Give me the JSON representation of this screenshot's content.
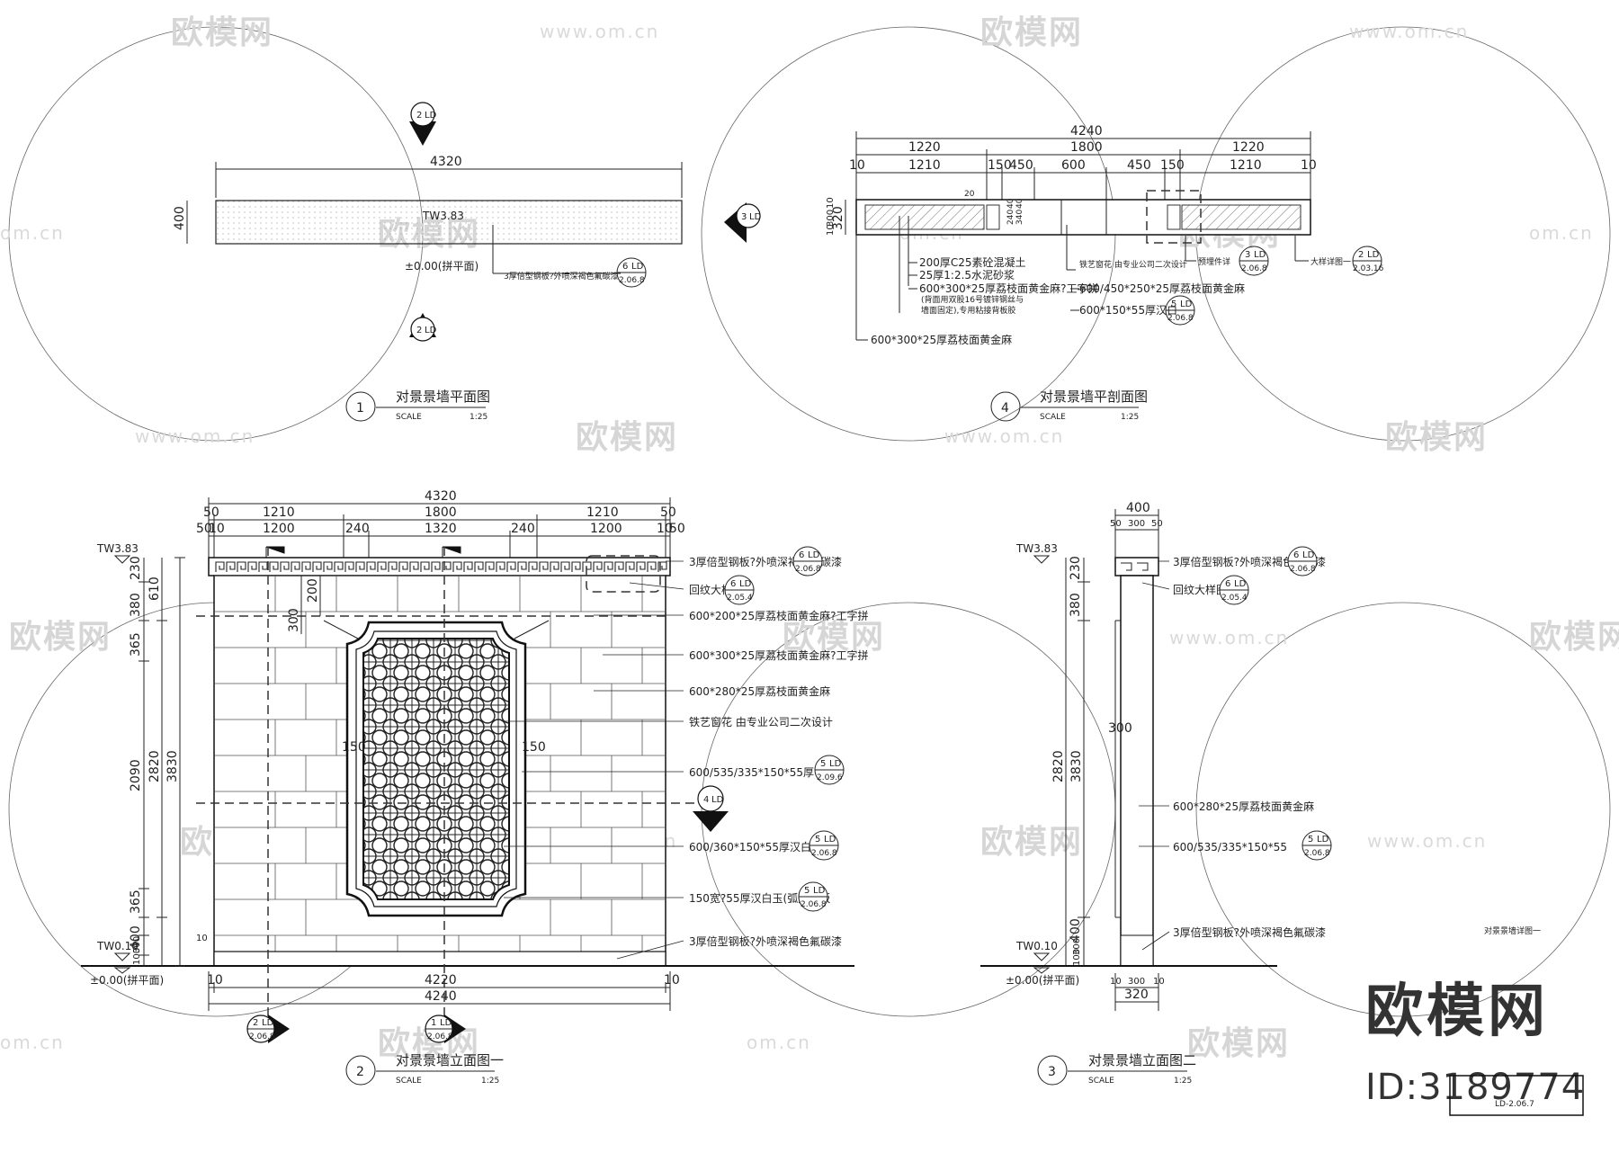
{
  "watermark": {
    "brand_text": "欧模网",
    "url_text": "www.om.cn",
    "url_short": "om.cn",
    "id_text": "ID:3189774"
  },
  "sheet": {
    "number": "LD-2.06.7"
  },
  "scale": {
    "word": "SCALE",
    "value": "1:25"
  },
  "views": {
    "v1": {
      "num": "1",
      "title": "对景景墙平面图",
      "dim_total": "4320",
      "dim_height": "400",
      "level": "TW3.83",
      "zero": "±0.00(拼平面)",
      "note": "3厚倍型钢板?外喷深褐色氟碳漆",
      "callout_note": {
        "a": "6",
        "b": "LD",
        "c": "2.06.8"
      },
      "section_top": {
        "a": "2",
        "b": "LD"
      },
      "section_bottom": {
        "a": "2",
        "b": "LD"
      },
      "section_right": {
        "a": "3",
        "b": "LD"
      }
    },
    "v4": {
      "num": "4",
      "title": "对景景墙平剖面图",
      "dim_total": "4240",
      "dims_row2": [
        "1220",
        "1800",
        "1220"
      ],
      "dims_row3": [
        "10",
        "1210",
        "150",
        "450",
        "600",
        "450",
        "150",
        "1210",
        "10"
      ],
      "dims_left": [
        "320",
        "10",
        "300",
        "10"
      ],
      "dims_inner": [
        "20",
        "40",
        "240",
        "40",
        "340"
      ],
      "notes": [
        "200厚C25素砼混凝土",
        "25厚1:2.5水泥砂浆",
        "600*300*25厚荔枝面黄金麻?工字拼",
        "(背面用双股16号镀锌钢丝与",
        "墙面固定),专用粘接背板胶",
        "600*300*25厚荔枝面黄金麻"
      ],
      "note_iron": "铁艺窗花 由专业公司二次设计",
      "note_a": "600/450*250*25厚荔枝面黄金麻",
      "note_b": "600*150*55厚汉白",
      "note_embed": "预埋件详",
      "note_big": "大样详图一",
      "callout_b": {
        "a": "5",
        "b": "LD",
        "c": "2.06.8"
      },
      "callout_embed": {
        "a": "3",
        "b": "LD",
        "c": "2.06.8"
      },
      "callout_big": {
        "a": "2",
        "b": "LD",
        "c": "2.03.16"
      }
    },
    "v2": {
      "num": "2",
      "title": "对景景墙立面图一",
      "dim_top_total": "4320",
      "dims_top_row2": [
        "50",
        "1210",
        "1800",
        "1210",
        "50"
      ],
      "dims_top_row3": [
        "50",
        "10",
        "1200",
        "240",
        "1320",
        "240",
        "1200",
        "10",
        "50"
      ],
      "dims_left_outer": [
        "610",
        "3830",
        "2820"
      ],
      "dims_left_inner": [
        "230",
        "380",
        "365",
        "2090",
        "365",
        "400",
        "300",
        "100"
      ],
      "dims_bottom": [
        "10",
        "4220",
        "10"
      ],
      "dim_bottom_total": "4240",
      "dims_window": [
        "300",
        "200",
        "150",
        "150"
      ],
      "dim_base": "10",
      "level_top": "TW3.83",
      "level_bottom": "TW0.10",
      "zero": "±0.00(拼平面)",
      "notes": [
        "3厚倍型钢板?外喷深褐色氟碳漆",
        "回纹大样图",
        "600*200*25厚荔枝面黄金麻?工字拼",
        "600*300*25厚荔枝面黄金麻?工字拼",
        "600*280*25厚荔枝面黄金麻",
        "铁艺窗花 由专业公司二次设计",
        "600/535/335*150*55厚",
        "600/360*150*55厚汉白",
        "150宽?55厚汉白玉(弧形积板",
        "3厚倍型钢板?外喷深褐色氟碳漆"
      ],
      "callouts": {
        "c0": {
          "a": "6",
          "b": "LD",
          "c": "2.06.8"
        },
        "c1": {
          "a": "6",
          "b": "LD",
          "c": "2.05.4"
        },
        "c6": {
          "a": "5",
          "b": "LD",
          "c": "2.09.6"
        },
        "c7": {
          "a": "5",
          "b": "LD",
          "c": "2.06.8"
        },
        "c8": {
          "a": "5",
          "b": "LD",
          "c": "2.06.8"
        }
      },
      "section_marks": {
        "left": {
          "a": "2",
          "b": "LD",
          "c": "2.06.8"
        },
        "mid": {
          "a": "1",
          "b": "LD",
          "c": "2.06.8"
        },
        "right": {
          "a": "4",
          "b": "LD"
        }
      }
    },
    "v3": {
      "num": "3",
      "title": "对景景墙立面图二",
      "dim_top": "400",
      "dims_top_row2": [
        "50",
        "300",
        "50"
      ],
      "dims_left_outer": [
        "3830",
        "2820"
      ],
      "dims_left_inner": [
        "230",
        "380",
        "400",
        "300",
        "100"
      ],
      "dim_mid": "300",
      "dims_bottom_row": [
        "10",
        "300",
        "10"
      ],
      "dim_bottom": "320",
      "level_top": "TW3.83",
      "level_bottom": "TW0.10",
      "zero": "±0.00(拼平面)",
      "notes": [
        "3厚倍型钢板?外喷深褐色氟碳漆",
        "回纹大样图",
        "600*280*25厚荔枝面黄金麻",
        "600/535/335*150*55",
        "3厚倍型钢板?外喷深褐色氟碳漆"
      ],
      "callouts": {
        "c0": {
          "a": "6",
          "b": "LD",
          "c": "2.06.8"
        },
        "c1": {
          "a": "6",
          "b": "LD",
          "c": "2.05.4"
        },
        "c3": {
          "a": "5",
          "b": "LD",
          "c": "2.06.8"
        }
      },
      "detail_title": "对景景墙详图一"
    }
  }
}
